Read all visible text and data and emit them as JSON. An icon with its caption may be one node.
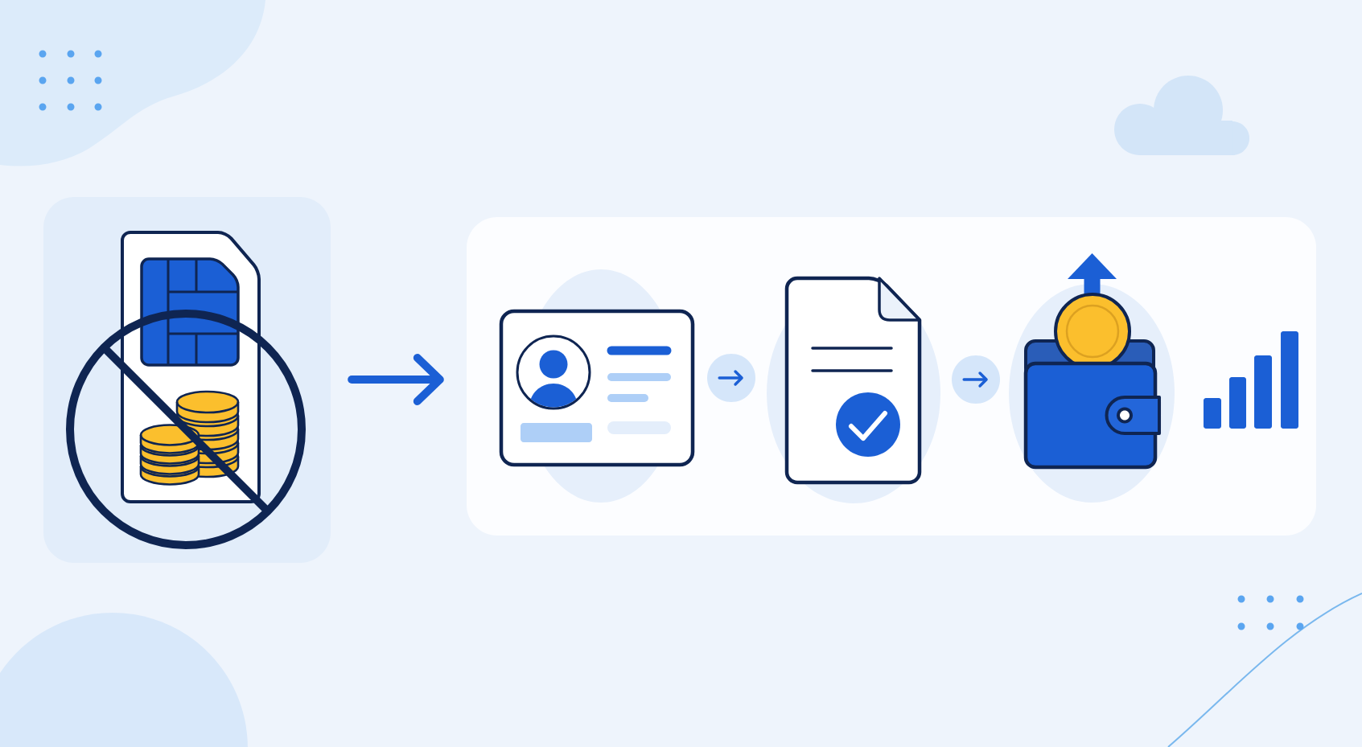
{
  "diagram": {
    "nodes": [
      {
        "text": [],
        "shape": "box"
      },
      {
        "text": [],
        "shape": "picture",
        "in": 0
      },
      {
        "text": [],
        "shape": "box"
      },
      {
        "text": [],
        "shape": "picture",
        "in": 2
      },
      {
        "text": [],
        "shape": "picture",
        "in": 2
      },
      {
        "text": [],
        "shape": "picture",
        "in": 2
      }
    ],
    "edges": [
      {
        "from": 0,
        "to": 2,
        "arrow": "to",
        "style": "thick"
      },
      {
        "from": 3,
        "to": 4,
        "arrow": "to"
      },
      {
        "from": 4,
        "to": 5,
        "arrow": "to"
      }
    ]
  }
}
